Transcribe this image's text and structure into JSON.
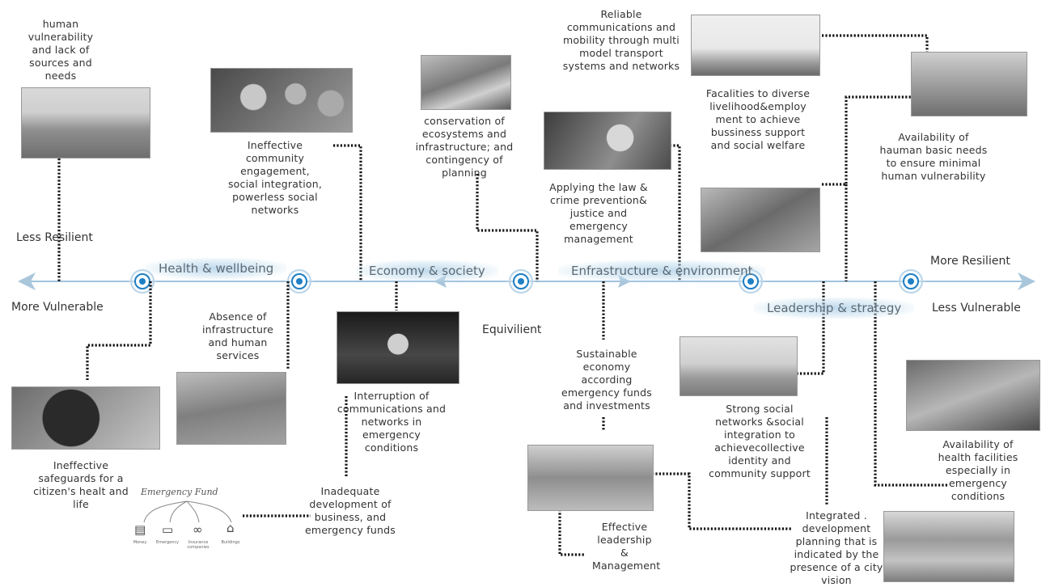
{
  "axis": {
    "less_resilient": "Less Resilient",
    "more_vulnerable": "More Vulnerable",
    "more_resilient": "More Resilient",
    "less_vulnerable": "Less Vulnerable",
    "equivilient": "Equivilient"
  },
  "bands": {
    "health": "Health & wellbeing",
    "economy": "Economy & society",
    "infrastructure": "Enfrastructure & environment",
    "leadership": "Leadership & strategy"
  },
  "labels": {
    "human_vulnerability": "human vulnerability and lack of sources and needs",
    "community_engagement": "Ineffective community engagement, social integration, powerless social networks",
    "conservation": "conservation of ecosystems and infrastructure; and contingency of planning",
    "law": "Applying the law & crime prevention& justice and emergency management",
    "reliable_comms": "Reliable communications and mobility  through multi model transport systems and networks",
    "facilities": "Facalities to diverse livelihood&employ ment to achieve bussiness support and social welfare",
    "basic_needs": "Availability of hauman basic needs to ensure minimal human vulnerability",
    "safeguards": "Ineffective safeguards for a citizen's healt and life",
    "absence_infra": "Absence of infrastructure and human services",
    "interruption": "Interruption of communications and networks in emergency conditions",
    "inadequate": "Inadequate development of business, and emergency funds",
    "sustainable": "Sustainable economy according emergency funds and investments",
    "leadership_mgmt": "Effective leadership & Management",
    "strong_social": "Strong social networks &social integration to achievecollective identity and community support",
    "integrated": "Integrated . development planning that is indicated by the presence of a city vision",
    "health_facilities": "Availability of health facilities especially in emergency conditions"
  },
  "emergency_fund": {
    "title": "Emergency Fund",
    "icons": [
      "bank-card-icon",
      "money-icon",
      "handshake-icon",
      "house-icon"
    ],
    "captions": [
      "Money",
      "Emergency",
      "Insurance companies",
      "Buildings"
    ]
  },
  "colors": {
    "axis": "#9fc3dd",
    "node": "#1f7fc4",
    "dots": "#111111"
  }
}
